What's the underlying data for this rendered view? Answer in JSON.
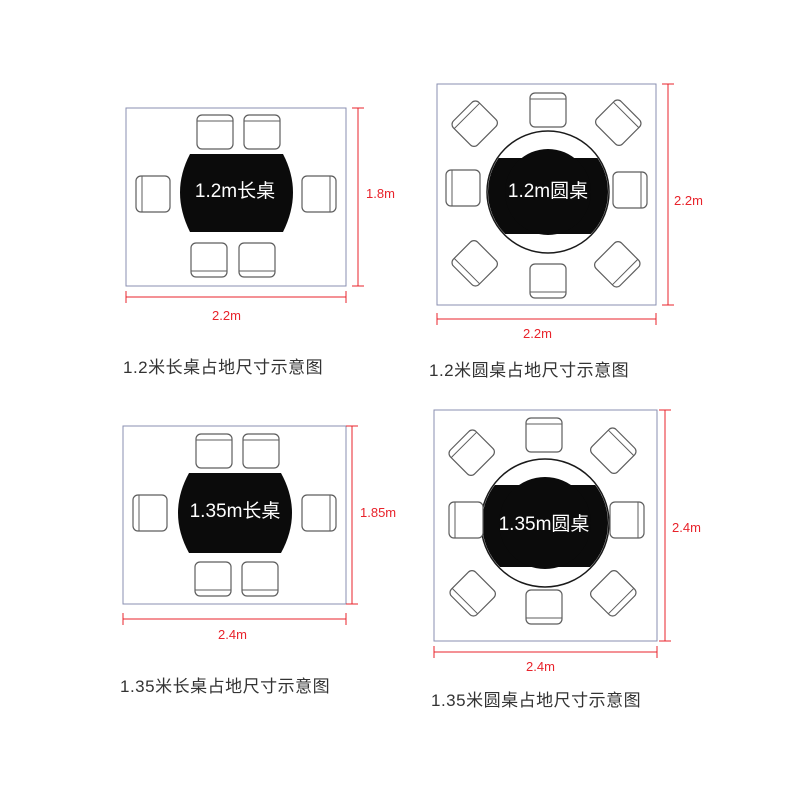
{
  "panels": [
    {
      "id": "rect-1-2",
      "table_label": "1.2m长桌",
      "height_label": "1.8m",
      "width_label": "2.2m",
      "caption": "1.2米长桌占地尺寸示意图"
    },
    {
      "id": "round-1-2",
      "table_label": "1.2m圆桌",
      "height_label": "2.2m",
      "width_label": "2.2m",
      "caption": "1.2米圆桌占地尺寸示意图"
    },
    {
      "id": "rect-1-35",
      "table_label": "1.35m长桌",
      "height_label": "1.85m",
      "width_label": "2.4m",
      "caption": "1.35米长桌占地尺寸示意图"
    },
    {
      "id": "round-1-35",
      "table_label": "1.35m圆桌",
      "height_label": "2.4m",
      "width_label": "2.4m",
      "caption": "1.35米圆桌占地尺寸示意图"
    }
  ],
  "colors": {
    "dimension_line": "#e8232b",
    "frame": "#8a8fb0",
    "table": "#0b0b0b",
    "chair_outline": "#5d5d5d"
  },
  "icons": [
    "chair-icon",
    "rectangular-table-icon",
    "round-table-icon"
  ]
}
